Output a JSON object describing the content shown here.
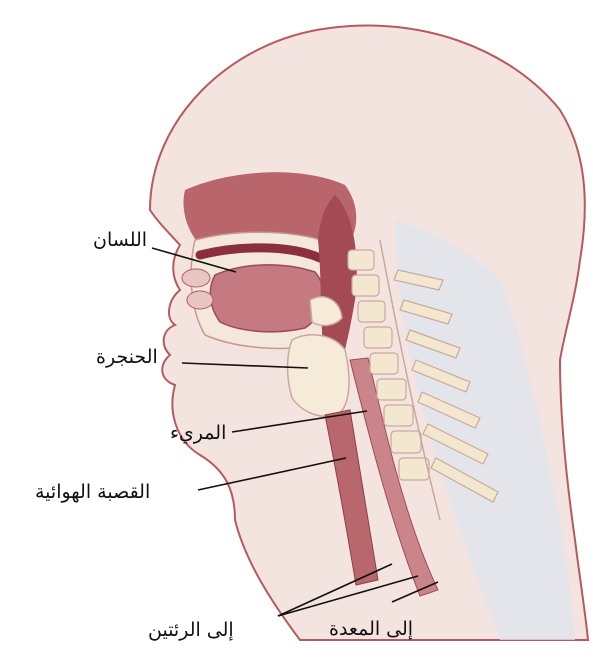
{
  "labels": {
    "tongue": "اللسان",
    "larynx": "الحنجرة",
    "esophagus": "المريء",
    "trachea": "القصبة الهوائية",
    "to_lungs": "إلى الرئتين",
    "to_stomach": "إلى المعدة"
  },
  "colors": {
    "skin": "#f3e4e0",
    "skin_outline": "#b65a5e",
    "oral_cavity": "#c47a80",
    "dark_tissue": "#a34a55",
    "cartilage": "#f6ead9",
    "vertebra": "#f3e7d0",
    "spine_edge": "#caa89e",
    "pale_blue": "#dfe6ee",
    "trachea": "#b8686d",
    "esophagus": "#c9858a"
  }
}
